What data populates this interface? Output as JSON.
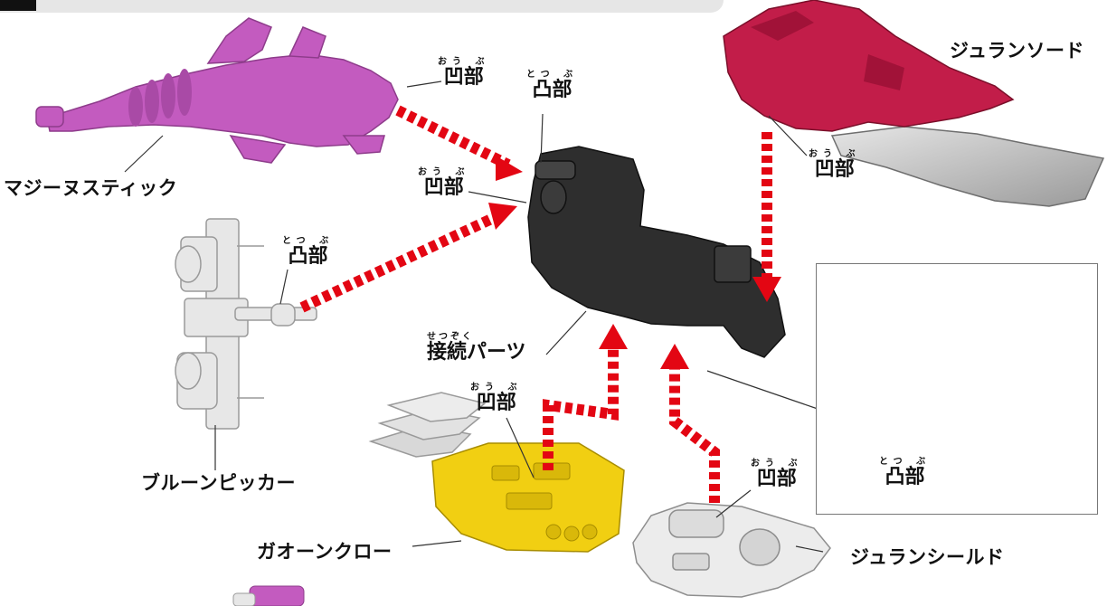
{
  "banner": {
    "text": ""
  },
  "labels": {
    "magine_stick": "マジーヌスティック",
    "jyuran_sword": "ジュランソード",
    "bluune_picker": "ブルーンピッカー",
    "connection_parts": "接続パーツ",
    "connection_parts_ruby": "せつぞく",
    "gaoone_claw": "ガオーンクロー",
    "jyuran_shield": "ジュランシールド"
  },
  "annotations": {
    "recess": "凹部",
    "recess_ruby": "おう ぶ",
    "protrusion": "凸部",
    "protrusion_ruby": "とつ ぶ"
  },
  "colors": {
    "magine": "#c35bbf",
    "jyuran_sword": "#c21d49",
    "blade": "#c9c9c9",
    "connector": "#2e2e2e",
    "bluune": "#e7e7e7",
    "gaoone": "#f1cf12",
    "arrow": "#e30613",
    "shield": "#e9e9e9"
  }
}
